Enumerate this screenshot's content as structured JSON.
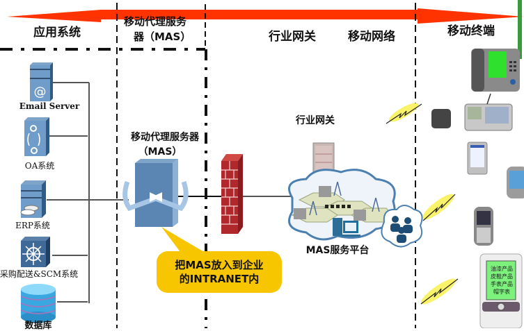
{
  "colors": {
    "arrow_red": "#ff3300",
    "callout_yellow": "#f7c600",
    "server_blue": "#5b86b3",
    "firewall_red": "#b0282b",
    "cloud_stroke": "#4a7fb0",
    "green_bar": "#3a9b3a"
  },
  "columns": {
    "app_systems": "应用系统",
    "mas_line1": "移动代理服务",
    "mas_line2": "器（MAS）",
    "industry_gateway": "行业网关",
    "mobile_network": "移动网络",
    "mobile_terminal": "移动终端"
  },
  "app_systems": [
    {
      "label": "Email Server",
      "icon": "email-server-icon"
    },
    {
      "label": "OA系统",
      "icon": "oa-server-icon"
    },
    {
      "label": "ERP系统",
      "icon": "erp-server-icon"
    },
    {
      "label": "采购配送&SCM系统",
      "icon": "router-switch-icon"
    },
    {
      "label": "数据库",
      "icon": "database-icon"
    }
  ],
  "mas": {
    "title_line1": "移动代理服务器",
    "title_line2": "（MAS）"
  },
  "callout": {
    "line1": "把MAS放入到企业",
    "line2": "的INTRANET内"
  },
  "gateway": {
    "label": "行业网关",
    "platform_label": "MAS服务平台"
  },
  "terminals": {
    "phone_screen_lines": [
      "油漆产品",
      "皮鞋产品",
      "手表产品",
      "帽字表"
    ]
  }
}
